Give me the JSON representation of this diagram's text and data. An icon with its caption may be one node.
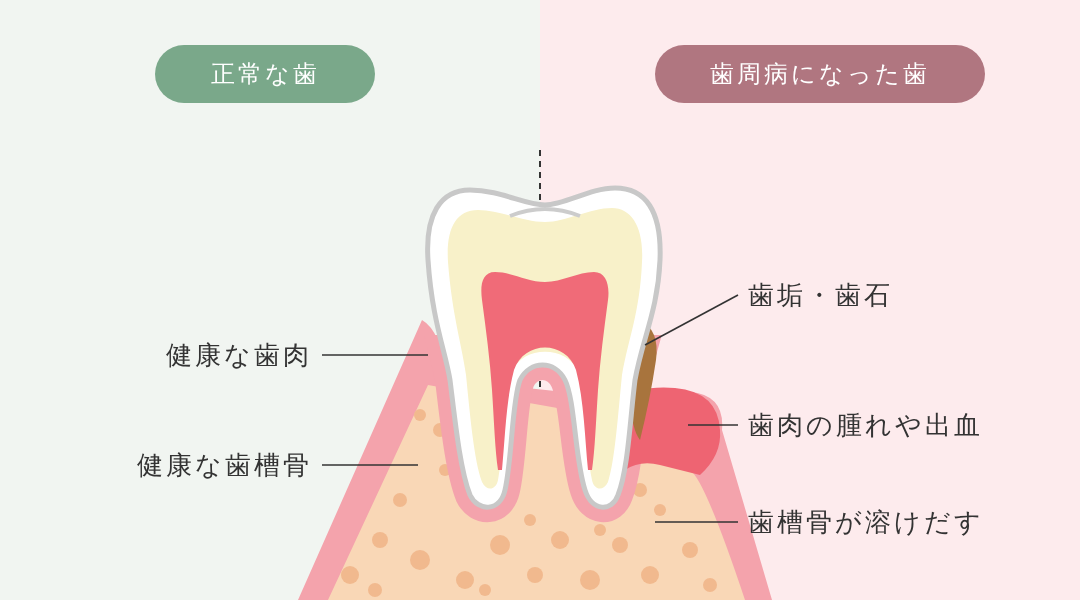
{
  "diagram": {
    "nodes": [
      {
        "text": [
          "正常な歯"
        ]
      },
      {
        "text": [
          "歯周病になった歯"
        ]
      },
      {
        "text": [
          "健康な歯肉"
        ]
      },
      {
        "text": [
          "健康な歯槽骨"
        ]
      },
      {
        "text": [
          "歯垢・歯石"
        ]
      },
      {
        "text": [
          "歯肉の腫れや出血"
        ]
      },
      {
        "text": [
          "歯槽骨が溶けだす"
        ]
      }
    ],
    "edges": [
      {
        "from": 2,
        "to": null,
        "arrow": "none"
      },
      {
        "from": 3,
        "to": null,
        "arrow": "none"
      },
      {
        "from": 4,
        "to": null,
        "arrow": "none"
      },
      {
        "from": 5,
        "to": null,
        "arrow": "none"
      },
      {
        "from": 6,
        "to": null,
        "arrow": "none"
      }
    ]
  }
}
